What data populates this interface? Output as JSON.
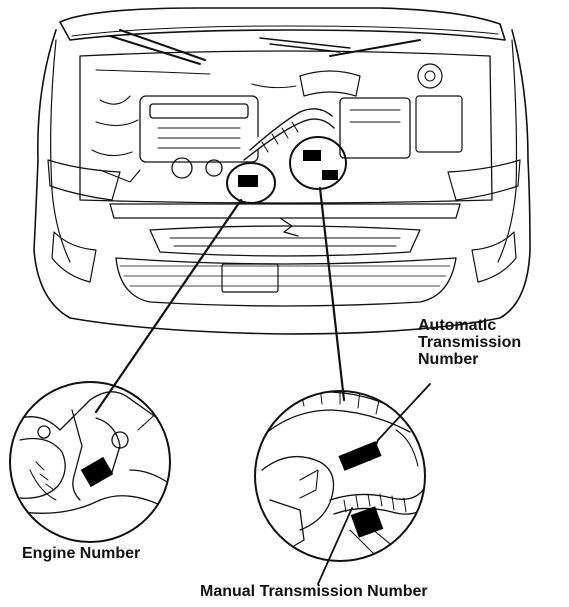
{
  "labels": {
    "automatic_line1": "Automatic",
    "automatic_line2": "Transmission",
    "automatic_line3": "Number",
    "engine": "Engine Number",
    "manual": "Manual Transmission Number"
  },
  "colors": {
    "ink": "#111111",
    "background": "#ffffff",
    "plate": "#000000"
  }
}
